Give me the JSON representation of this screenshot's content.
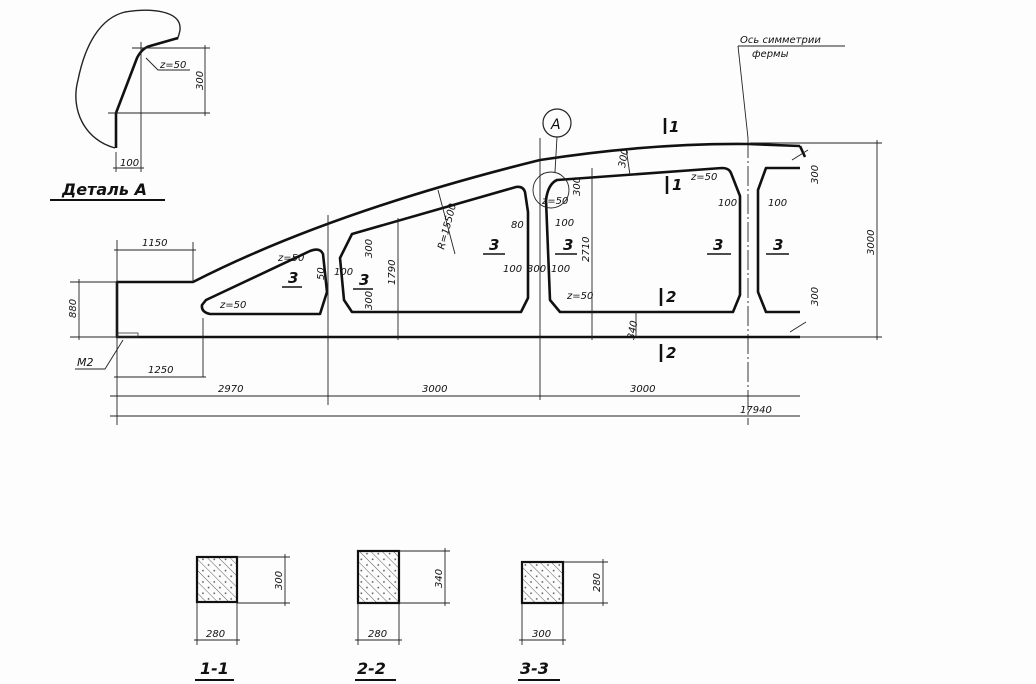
{
  "detail": {
    "title": "Деталь А",
    "radius": "z=50",
    "height": "300",
    "width": "100"
  },
  "axis_label": {
    "line1": "Ось симметрии",
    "line2": "фермы"
  },
  "callout": "A",
  "section_marks": {
    "s1": "1",
    "s2": "2"
  },
  "panel_label": "3",
  "dims": {
    "d1150": "1150",
    "d880": "880",
    "d1250": "1250",
    "d2970": "2970",
    "d3000a": "3000",
    "d3000b": "3000",
    "d17940": "17940",
    "d3000h": "3000",
    "d2710": "2710",
    "d1790": "1790",
    "radius": "R=15500",
    "d300": "300",
    "d100": "100",
    "d80": "80",
    "d340": "340",
    "d50": "50",
    "z50": "z=50"
  },
  "marker": "M2",
  "sections": [
    {
      "title": "1-1",
      "width": "280",
      "height": "300"
    },
    {
      "title": "2-2",
      "width": "280",
      "height": "340"
    },
    {
      "title": "3-3",
      "width": "300",
      "height": "280"
    }
  ]
}
